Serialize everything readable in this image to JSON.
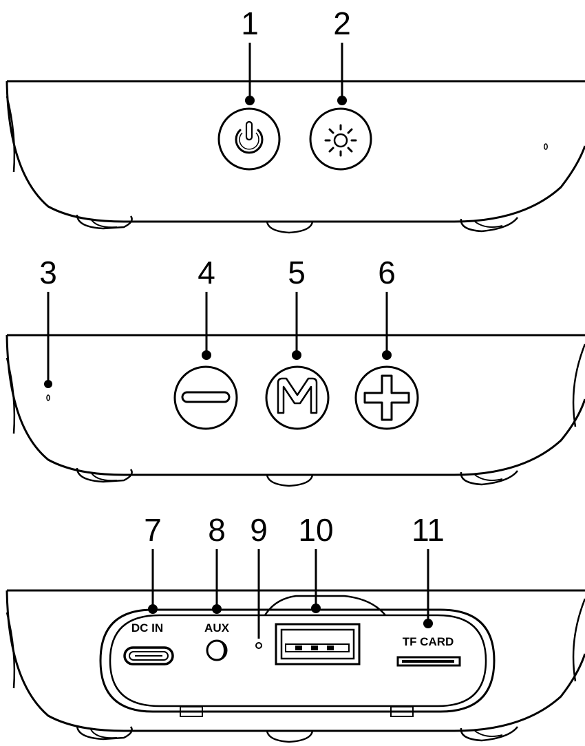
{
  "callouts": [
    {
      "number": "1",
      "part": "power-button"
    },
    {
      "number": "2",
      "part": "light-button"
    },
    {
      "number": "3",
      "part": "microphone-hole"
    },
    {
      "number": "4",
      "part": "volume-down-button"
    },
    {
      "number": "5",
      "part": "mode-button"
    },
    {
      "number": "6",
      "part": "volume-up-button"
    },
    {
      "number": "7",
      "part": "dc-in-port"
    },
    {
      "number": "8",
      "part": "aux-port"
    },
    {
      "number": "9",
      "part": "indicator-light"
    },
    {
      "number": "10",
      "part": "usb-port"
    },
    {
      "number": "11",
      "part": "tf-card-slot"
    }
  ],
  "port_labels": {
    "dc_in": "DC IN",
    "aux": "AUX",
    "tf_card": "TF CARD"
  },
  "icons": {
    "power": "power-icon",
    "light": "sun-icon",
    "minus": "minus-icon",
    "mode": "m-letter-icon",
    "plus": "plus-icon"
  },
  "colors": {
    "line": "#000000",
    "background": "#ffffff"
  }
}
